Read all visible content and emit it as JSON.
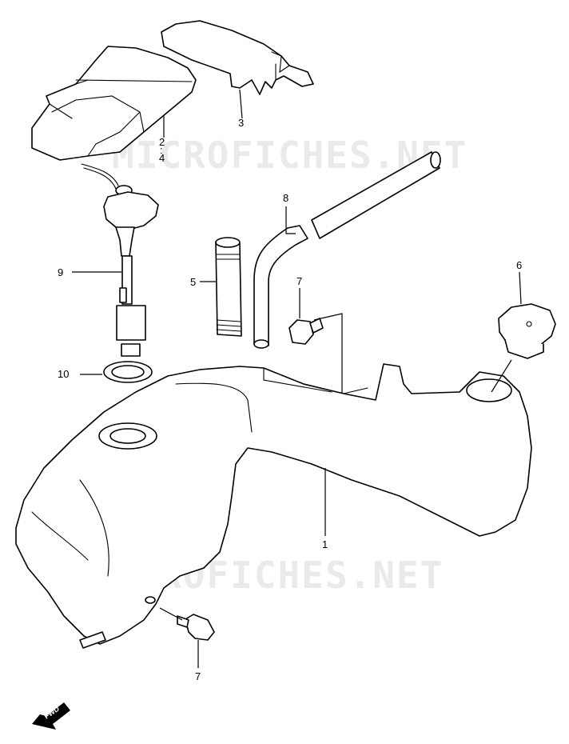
{
  "watermark": {
    "text": "MICROFICHES.NET"
  },
  "callouts": {
    "c1": "1",
    "c2": "2",
    "c3": "3",
    "c4": "4",
    "c5": "5",
    "c6": "6",
    "c7a": "7",
    "c7b": "7",
    "c8": "8",
    "c9": "9",
    "c10": "10"
  },
  "fwd_label": "FWD",
  "colors": {
    "line": "#000000",
    "background": "#ffffff",
    "watermark": "#d8d8d8"
  }
}
